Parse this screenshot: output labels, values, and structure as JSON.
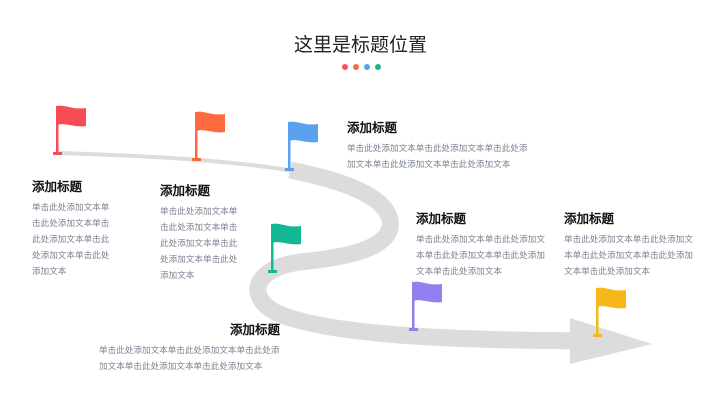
{
  "title": "这里是标题位置",
  "dots": [
    "#f2525a",
    "#fb6a3d",
    "#5aa2ec",
    "#14b894"
  ],
  "road_color": "#dcdcdc",
  "flags": [
    {
      "name": "red",
      "color": "#f74c55"
    },
    {
      "name": "orange",
      "color": "#fd6a3f"
    },
    {
      "name": "blue",
      "color": "#5ba2ee"
    },
    {
      "name": "green",
      "color": "#12b891"
    },
    {
      "name": "purple",
      "color": "#937ff0"
    },
    {
      "name": "yellow",
      "color": "#f6b719"
    }
  ],
  "items": [
    {
      "title": "添加标题",
      "body": "单击此处添加文本单击此处添加文本单击此处添加文本单击此处添加文本单击此处添加文本"
    },
    {
      "title": "添加标题",
      "body": "单击此处添加文本单击此处添加文本单击此处添加文本单击此处添加文本单击此处添加文本"
    },
    {
      "title": "添加标题",
      "body": "单击此处添加文本单击此处添加文本单击此处添加文本单击此处添加文本单击此处添加文本"
    },
    {
      "title": "添加标题",
      "body": "单击此处添加文本单击此处添加文本单击此处添加文本单击此处添加文本单击此处添加文本"
    },
    {
      "title": "添加标题",
      "body": "单击此处添加文本单击此处添加文本单击此处添加文本单击此处添加文本单击此处添加文本"
    },
    {
      "title": "添加标题",
      "body": "单击此处添加文本单击此处添加文本单击此处添加文本单击此处添加文本单击此处添加文本"
    }
  ]
}
